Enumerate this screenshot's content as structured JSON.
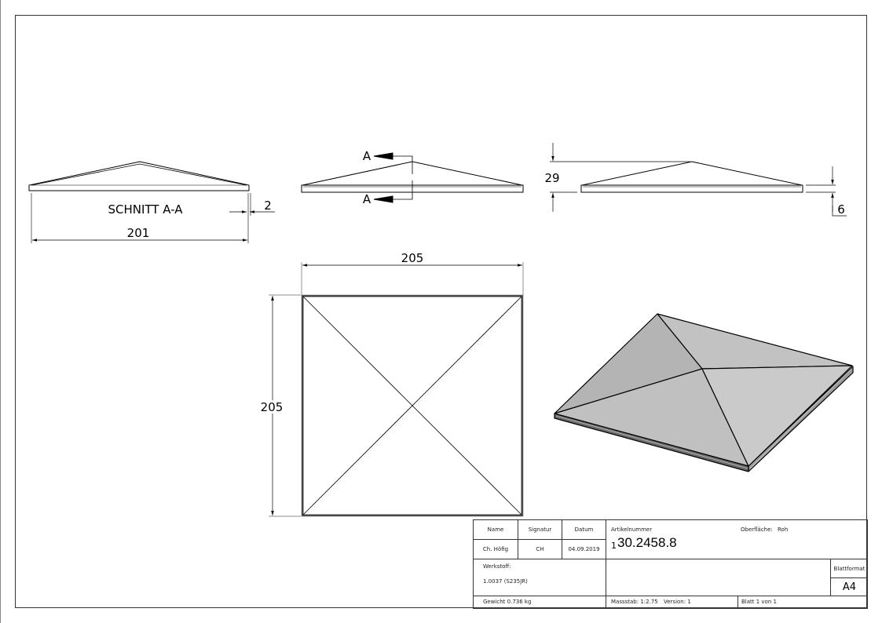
{
  "drawing": {
    "views": {
      "section": {
        "label": "SCHNITT A-A",
        "dim_width": "201",
        "dim_thickness": "2"
      },
      "front": {
        "section_marker_top": "A",
        "section_marker_bottom": "A"
      },
      "side": {
        "dim_height": "29",
        "dim_edge": "6"
      },
      "top": {
        "dim_width": "205",
        "dim_height": "205"
      },
      "iso": {
        "fill_top": "#c8c8c8",
        "fill_left": "#b4b4b4",
        "fill_edge": "#6a6a6a"
      }
    }
  },
  "title_block": {
    "name_header": "Name",
    "signatur_header": "Signatur",
    "datum_header": "Datum",
    "name_value": "Ch. Höfig",
    "signatur_value": "CH",
    "datum_value": "04.09.2019",
    "artikelnummer_label": "Artikelnummer",
    "artikelnummer_prefix": "1",
    "artikelnummer_value": "30.2458.8",
    "oberflaeche_label": "Oberfläche:",
    "oberflaeche_value": "Roh",
    "werkstoff_label": "Werkstoff:",
    "werkstoff_value": "1.0037 (S235JR)",
    "blattformat_label": "Blattformat",
    "blattformat_value": "A4",
    "gewicht": "Gewicht 0.736 kg",
    "massstab": "Massstab: 1:2.75",
    "version": "Version: 1",
    "blatt": "Blatt 1 von 1"
  }
}
